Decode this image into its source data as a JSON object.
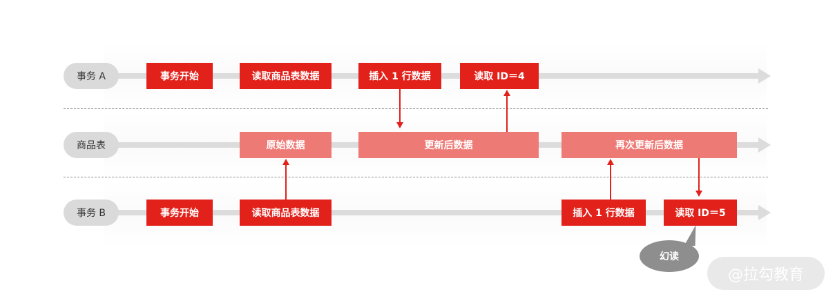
{
  "lanes": {
    "a": {
      "label": "事务 A"
    },
    "table": {
      "label": "商品表"
    },
    "b": {
      "label": "事务 B"
    }
  },
  "lane_a_steps": [
    "事务开始",
    "读取商品表数据",
    "插入 1 行数据",
    "读取 ID＝4"
  ],
  "table_states": [
    "原始数据",
    "更新后数据",
    "再次更新后数据"
  ],
  "lane_b_steps": [
    "事务开始",
    "读取商品表数据",
    "插入 1 行数据",
    "读取 ID＝5"
  ],
  "callout": {
    "text": "幻读"
  },
  "watermark": {
    "text": "@拉勾教育"
  },
  "colors": {
    "operation": "#e1211a",
    "table_state": "#ee7a76",
    "lane_line": "#dcdcdc",
    "lane_pill": "#dadada",
    "callout": "#8e8e8e"
  }
}
